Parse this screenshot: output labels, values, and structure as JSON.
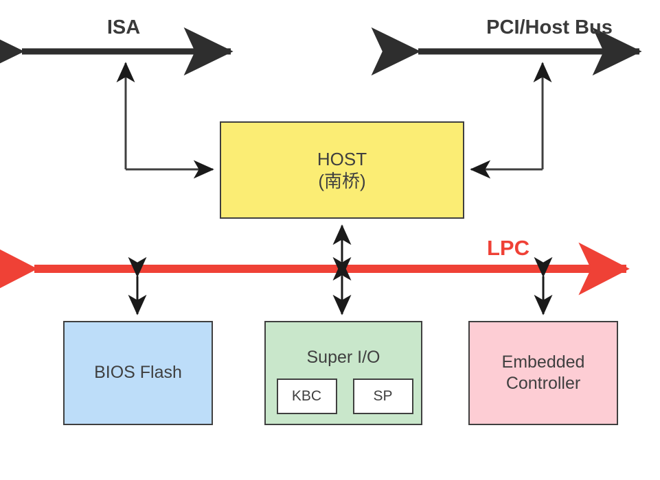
{
  "diagram": {
    "title": "LPC bus architecture block diagram",
    "buses": [
      {
        "id": "isa",
        "label": "ISA",
        "color": "#3a3a3a",
        "style": "double-headed-arrow",
        "orientation": "horizontal"
      },
      {
        "id": "pci_host",
        "label": "PCI/Host Bus",
        "color": "#3a3a3a",
        "style": "double-headed-arrow",
        "orientation": "horizontal"
      },
      {
        "id": "lpc",
        "label": "LPC",
        "color": "#ef4136",
        "style": "double-headed-arrow",
        "orientation": "horizontal"
      }
    ],
    "nodes": {
      "host": {
        "line1": "HOST",
        "line2": "(南桥)",
        "fill": "#fbed74",
        "stroke": "#3f3f3f"
      },
      "bios_flash": {
        "label": "BIOS Flash",
        "fill": "#bdddf9",
        "stroke": "#3f3f3f"
      },
      "super_io": {
        "label": "Super I/O",
        "fill": "#c9e7cb",
        "stroke": "#3f3f3f",
        "children": [
          {
            "label": "KBC",
            "fill": "#ffffff"
          },
          {
            "label": "SP",
            "fill": "#ffffff"
          }
        ]
      },
      "embedded_controller": {
        "line1": "Embedded",
        "line2": "Controller",
        "fill": "#fdcdd4",
        "stroke": "#3f3f3f"
      }
    },
    "connectors": [
      {
        "from": "isa",
        "to": "host",
        "style": "elbow-arrow",
        "color": "#3f3f3f"
      },
      {
        "from": "pci_host",
        "to": "host",
        "style": "elbow-arrow",
        "color": "#3f3f3f"
      },
      {
        "from": "host",
        "to": "lpc",
        "style": "double-headed-arrow",
        "color": "#1a1a1a"
      },
      {
        "from": "lpc",
        "to": "bios_flash",
        "style": "double-headed-arrow",
        "color": "#1a1a1a"
      },
      {
        "from": "lpc",
        "to": "super_io",
        "style": "double-headed-arrow",
        "color": "#1a1a1a"
      },
      {
        "from": "lpc",
        "to": "embedded_controller",
        "style": "double-headed-arrow",
        "color": "#1a1a1a"
      }
    ]
  }
}
